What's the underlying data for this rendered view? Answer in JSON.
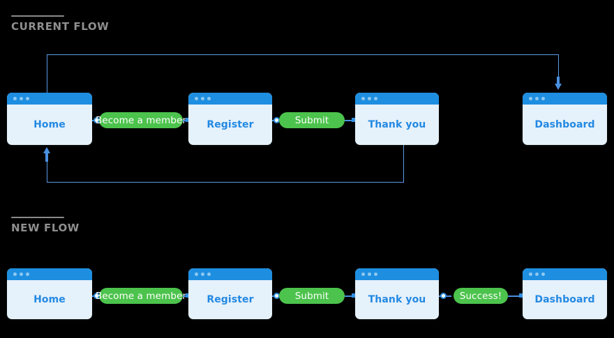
{
  "page": {
    "background": "#000000",
    "accent_blue": "#2389e3",
    "titlebar_blue": "#1e8ee0",
    "card_body_blue": "#e5f1fb",
    "pill_green": "#4cc34c",
    "connector_blue": "#5b9be8",
    "heading_grey": "#8f8f8f"
  },
  "sections": [
    {
      "id": "current",
      "title": "CURRENT FLOW"
    },
    {
      "id": "new",
      "title": "NEW FLOW"
    }
  ],
  "current_flow": {
    "title": "CURRENT FLOW",
    "screens": [
      {
        "label": "Home"
      },
      {
        "label": "Register"
      },
      {
        "label": "Thank you"
      },
      {
        "label": "Dashboard"
      }
    ],
    "actions": [
      {
        "label": "Become a member"
      },
      {
        "label": "Submit"
      }
    ]
  },
  "new_flow": {
    "title": "NEW FLOW",
    "screens": [
      {
        "label": "Home"
      },
      {
        "label": "Register"
      },
      {
        "label": "Thank you"
      },
      {
        "label": "Dashboard"
      }
    ],
    "actions": [
      {
        "label": "Become a member"
      },
      {
        "label": "Submit"
      },
      {
        "label": "Success!"
      }
    ]
  }
}
